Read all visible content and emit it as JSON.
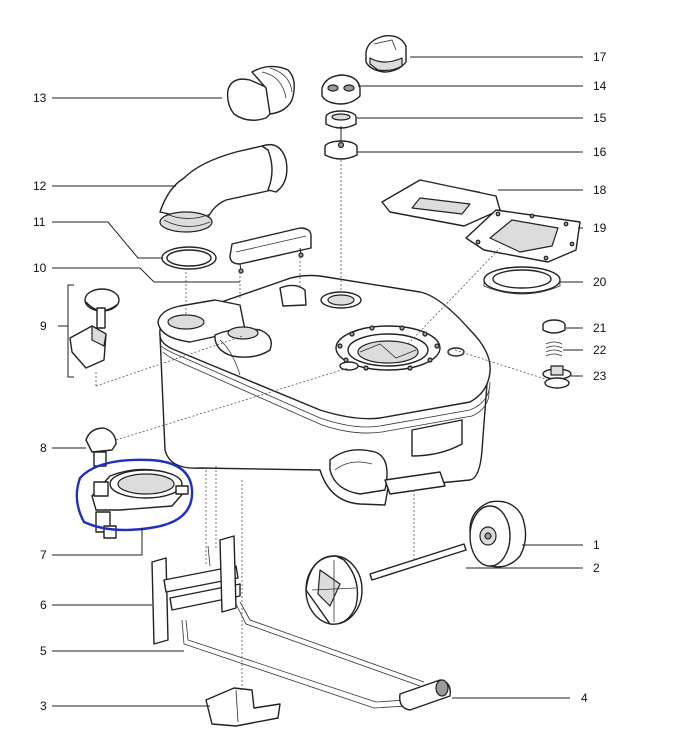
{
  "callouts": {
    "c1": "1",
    "c2": "2",
    "c3": "3",
    "c4": "4",
    "c5": "5",
    "c6": "6",
    "c7": "7",
    "c8": "8",
    "c9": "9",
    "c10": "10",
    "c11": "11",
    "c12": "12",
    "c13": "13",
    "c14": "14",
    "c15": "15",
    "c16": "16",
    "c17": "17",
    "c18": "18",
    "c19": "19",
    "c20": "20",
    "c21": "21",
    "c22": "22",
    "c23": "23"
  },
  "colors": {
    "highlight_circle": "#1f2fbf",
    "line_art": "#222222"
  }
}
